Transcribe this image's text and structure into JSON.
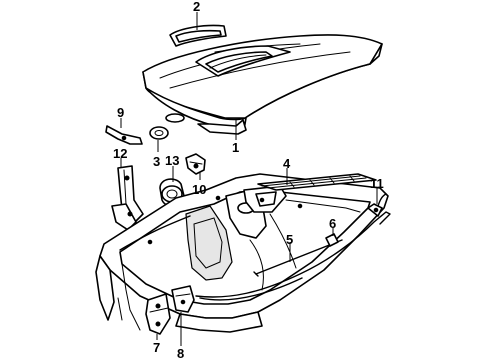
{
  "diagram": {
    "callouts": {
      "c1": "1",
      "c2": "2",
      "c3": "3",
      "c4": "4",
      "c5": "5",
      "c6": "6",
      "c7": "7",
      "c8": "8",
      "c9": "9",
      "c10": "10",
      "c11": "11",
      "c12": "12",
      "c13": "13"
    },
    "parts": [
      {
        "callout": "1",
        "name": "hood-panel"
      },
      {
        "callout": "2",
        "name": "hood-scoop"
      },
      {
        "callout": "3",
        "name": "hood-bumper"
      },
      {
        "callout": "4",
        "name": "hood-seal-strip"
      },
      {
        "callout": "5",
        "name": "prop-rod"
      },
      {
        "callout": "6",
        "name": "prop-rod-clip"
      },
      {
        "callout": "7",
        "name": "hood-latch"
      },
      {
        "callout": "8",
        "name": "latch-support"
      },
      {
        "callout": "9",
        "name": "hinge-bracket"
      },
      {
        "callout": "10",
        "name": "latch-striker"
      },
      {
        "callout": "11",
        "name": "release-cable"
      },
      {
        "callout": "12",
        "name": "hood-hinge"
      },
      {
        "callout": "13",
        "name": "cable-grommet"
      }
    ]
  }
}
